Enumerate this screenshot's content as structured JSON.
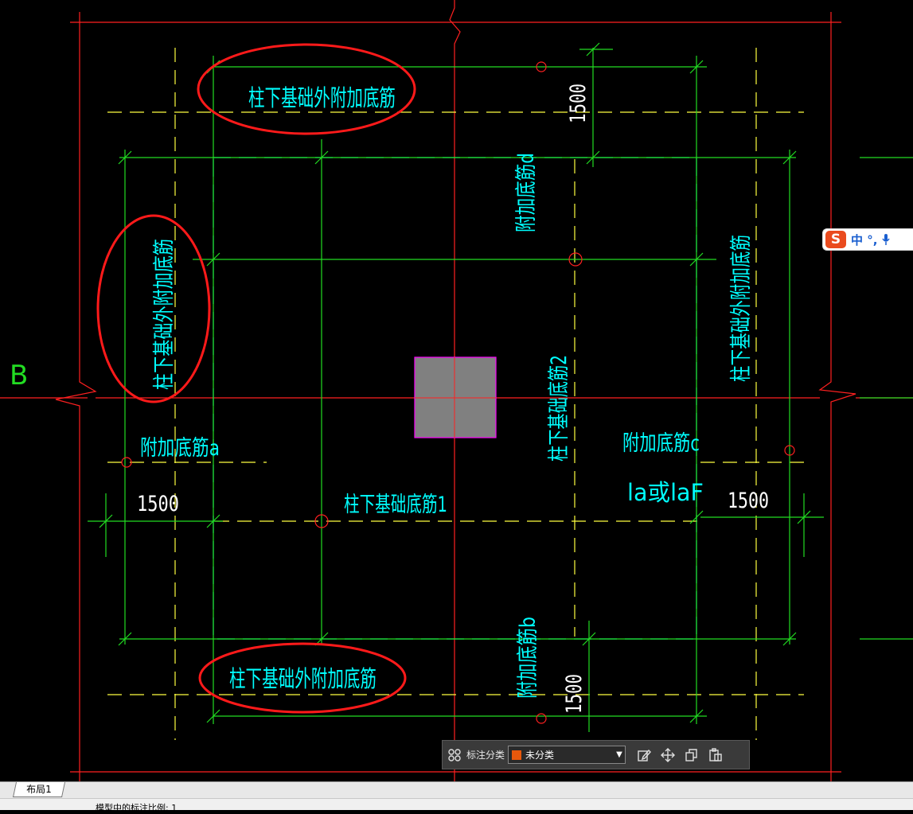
{
  "drawing": {
    "axis_label": "B",
    "labels": {
      "outer_top": "柱下基础外附加底筋",
      "outer_bottom": "柱下基础外附加底筋",
      "outer_left": "柱下基础外附加底筋",
      "outer_right": "柱下基础外附加底筋",
      "add_a": "附加底筋a",
      "add_b": "附加底筋b",
      "add_c": "附加底筋c",
      "add_d": "附加底筋d",
      "main_1": "柱下基础底筋1",
      "main_2": "柱下基础底筋2",
      "anchor": "la或laF"
    },
    "dimensions": {
      "top": "1500",
      "bottom": "1500",
      "left": "1500",
      "right": "1500"
    },
    "colors": {
      "background": "#000000",
      "grid_red": "#ff2020",
      "rebar_green": "#22dd22",
      "dashed_yellow": "#ffff40",
      "dashed_cyan": "#00ffff",
      "text_cyan": "#00ffff",
      "annotation_ellipse": "#ff1a1a",
      "column_fill": "#808080",
      "column_border": "#ff00ff"
    }
  },
  "ime": {
    "logo": "S",
    "text": "中 °, "
  },
  "annotation_bar": {
    "label": "标注分类",
    "selected": "未分类",
    "swatch_color": "#e8580c"
  },
  "tabs": {
    "layout": "布局1"
  },
  "status": {
    "text": "模型中的标注比例: 1"
  }
}
